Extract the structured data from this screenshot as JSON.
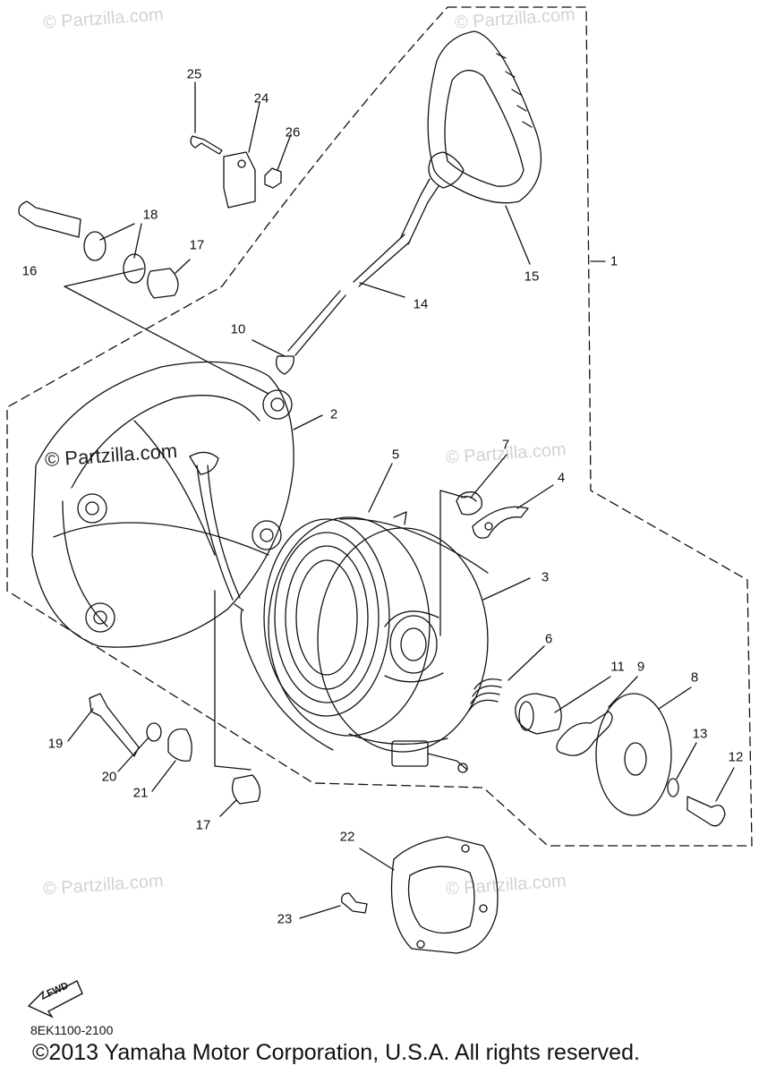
{
  "watermarks": {
    "text_light": "© Partzilla.com",
    "text_dark": "© Partzilla.com"
  },
  "diagram_code": "8EK1100-2100",
  "copyright": "©2013  Yamaha Motor Corporation, U.S.A. All rights reserved.",
  "fwd_label": "FWD",
  "callouts": {
    "c1": "1",
    "c2": "2",
    "c3": "3",
    "c4": "4",
    "c5": "5",
    "c6": "6",
    "c7": "7",
    "c8": "8",
    "c9": "9",
    "c10": "10",
    "c11": "11",
    "c12": "12",
    "c13": "13",
    "c14": "14",
    "c15": "15",
    "c16": "16",
    "c17a": "17",
    "c17b": "17",
    "c18": "18",
    "c19": "19",
    "c20": "20",
    "c21": "21",
    "c22": "22",
    "c23": "23",
    "c24": "24",
    "c25": "25",
    "c26": "26"
  },
  "colors": {
    "line": "#111111",
    "watermark": "#d2d2d2"
  }
}
